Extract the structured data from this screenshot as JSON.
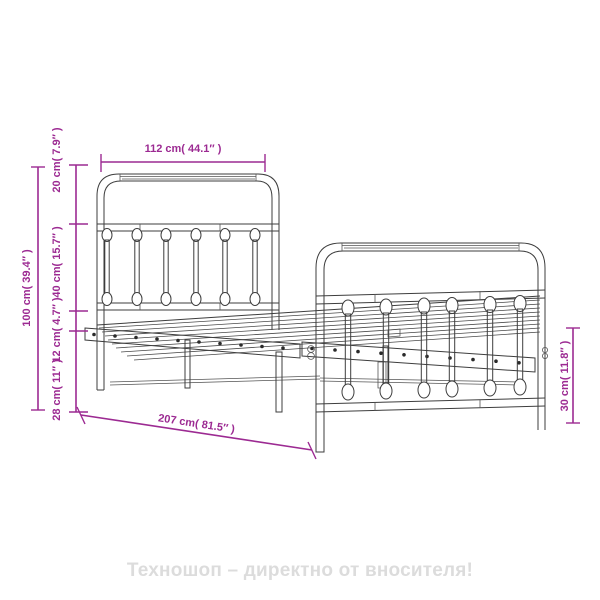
{
  "page": {
    "background_color": "#ffffff",
    "accent_color": "#9C2A92",
    "line_color": "#3d3d3d",
    "watermark_color": "#dcdcdc"
  },
  "watermark": {
    "text": "Техношоп – директно от вносителя!"
  },
  "dimensions": {
    "width_top": "112 cm( 44.1″ )",
    "length_bottom": "207 cm( 81.5″ )",
    "total_height": "100 cm( 39.4″ )",
    "headboard_arch": "20 cm( 7.9″ )",
    "headboard_panel": "40 cm( 15.7″ )",
    "rail_band": "12 cm( 4.7″ )",
    "leg_height": "28 cm( 11″ )",
    "footboard_height": "30 cm( 11.8″ )"
  },
  "product": {
    "type": "metal-bed-frame",
    "headboard_spindle_count": 6,
    "footboard_spindle_count": 6,
    "side_rail_hole_count": 10
  }
}
